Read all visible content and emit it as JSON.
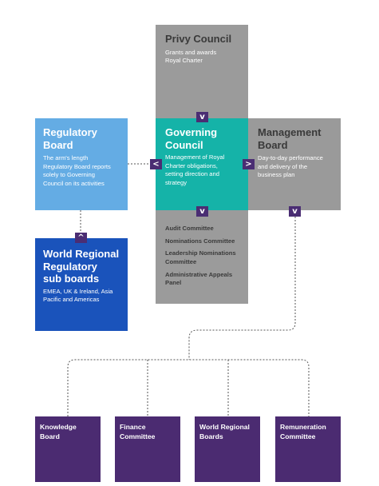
{
  "privy": {
    "title": "Privy Council",
    "desc_lines": [
      "Grants and awards",
      "Royal Charter"
    ]
  },
  "governing": {
    "title_lines": [
      "Governing",
      "Council"
    ],
    "desc_lines": [
      "Management of Royal",
      "Charter obligations,",
      "setting direction and",
      "strategy"
    ]
  },
  "regulatory": {
    "title_lines": [
      "Regulatory",
      "Board"
    ],
    "desc_lines": [
      "The arm's length",
      "Regulatory Board reports",
      "solely to Governing",
      "Council on its activities"
    ]
  },
  "management": {
    "title_lines": [
      "Management",
      "Board"
    ],
    "desc_lines": [
      "Day-to-day performance",
      "and delivery of the",
      "business plan"
    ]
  },
  "committees": {
    "items": [
      {
        "lines": [
          "Audit Committee"
        ]
      },
      {
        "lines": [
          "Nominations Committee"
        ]
      },
      {
        "lines": [
          "Leadership Nominations",
          "Committee"
        ]
      },
      {
        "lines": [
          "Administrative Appeals",
          "Panel"
        ]
      }
    ]
  },
  "world_regional": {
    "title_lines": [
      "World Regional",
      "Regulatory",
      "sub boards"
    ],
    "desc_lines": [
      "EMEA, UK & Ireland, Asia",
      "Pacific and Americas"
    ]
  },
  "subcommittees": [
    {
      "lines": [
        "Knowledge",
        "Board"
      ]
    },
    {
      "lines": [
        "Finance",
        "Committee"
      ]
    },
    {
      "lines": [
        "World Regional",
        "Boards"
      ]
    },
    {
      "lines": [
        "Remuneration",
        "Committee"
      ]
    }
  ],
  "arrows": {
    "down": "v",
    "left": "<",
    "right": ">",
    "up": "^"
  },
  "colors": {
    "privy": "#9b9b9b",
    "governing": "#15b3a8",
    "regulatory": "#64ace4",
    "management": "#9a9a9a",
    "world_regional": "#1a53bb",
    "sub_committee": "#4b2b71",
    "arrow": "#4a2d73"
  }
}
